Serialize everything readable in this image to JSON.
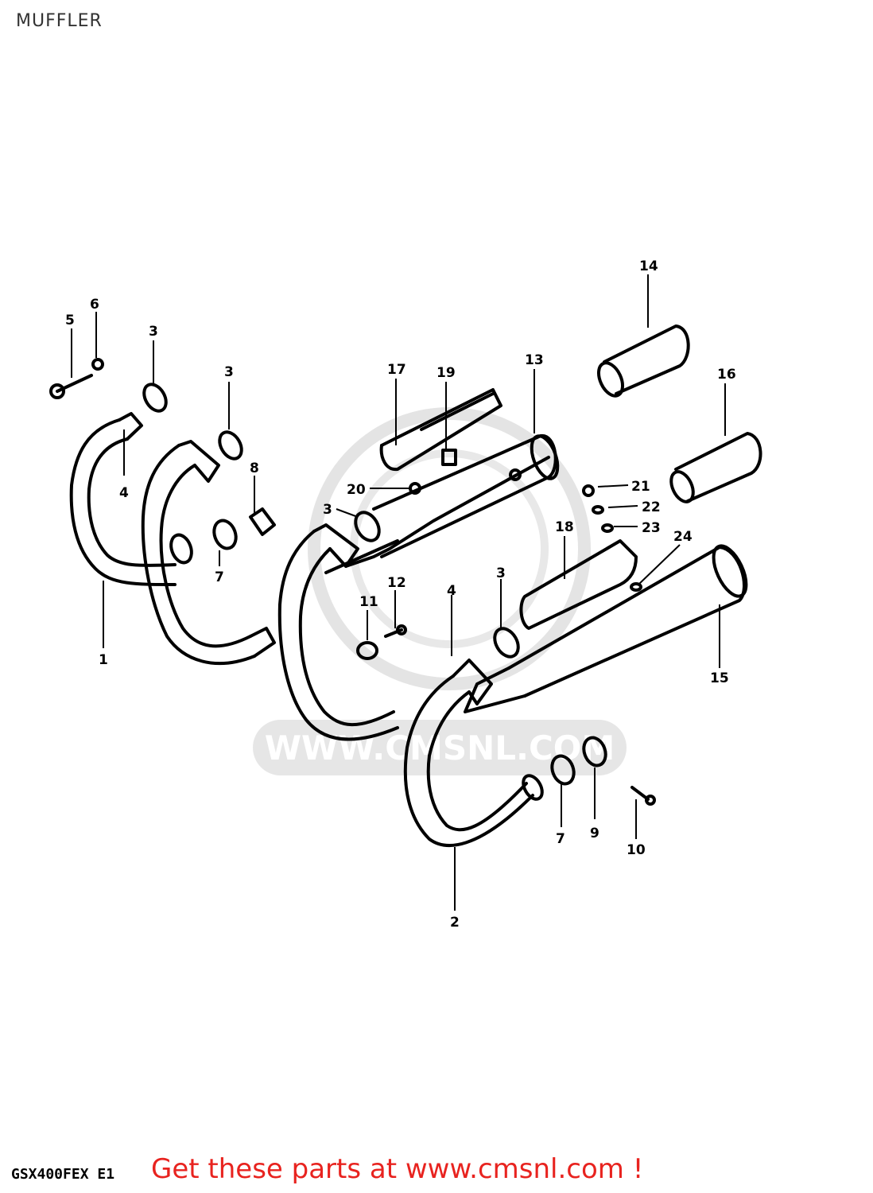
{
  "header": {
    "title": "MUFFLER"
  },
  "diagram": {
    "model_code": "GSX400FEX E1",
    "watermark_text": "WWW.CMSNL.COM",
    "callouts": [
      "1",
      "2",
      "3",
      "3",
      "3",
      "3",
      "4",
      "4",
      "5",
      "6",
      "7",
      "7",
      "8",
      "9",
      "10",
      "11",
      "12",
      "13",
      "14",
      "15",
      "16",
      "17",
      "18",
      "19",
      "20",
      "21",
      "22",
      "23",
      "24"
    ]
  },
  "footer": {
    "promo_text": "Get these parts at www.cmsnl.com !"
  },
  "colors": {
    "line": "#000000",
    "watermark": "#d9d9d9",
    "promo": "#e8231f",
    "title": "#333333"
  }
}
